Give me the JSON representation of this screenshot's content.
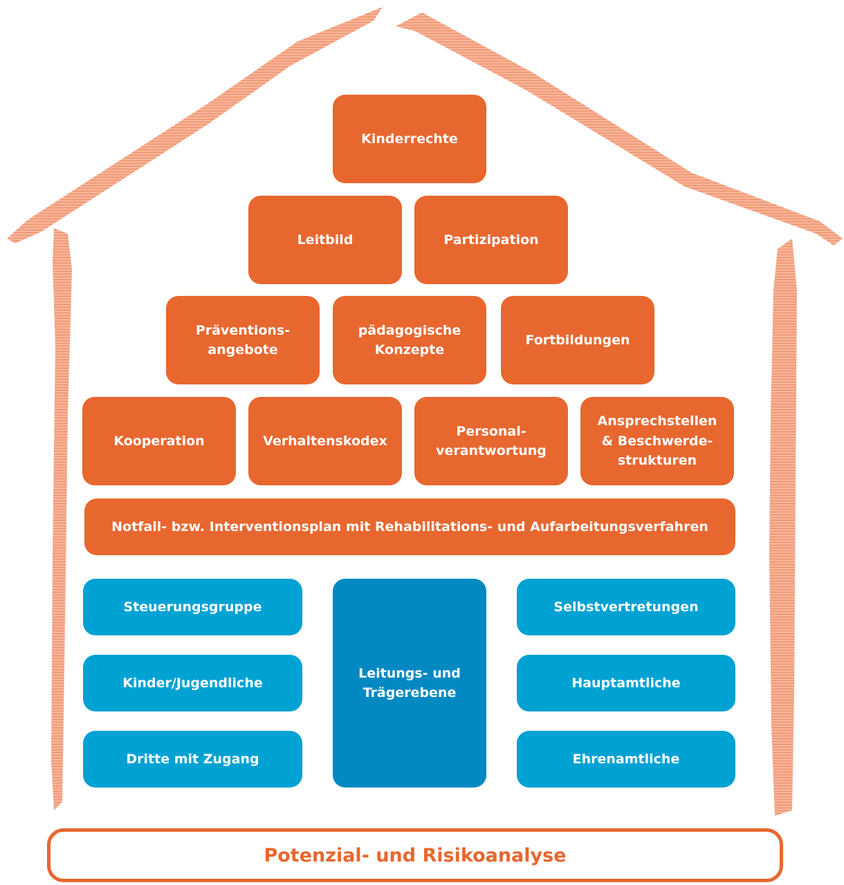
{
  "colors": {
    "orange": "#e8672f",
    "blue": "#00a2d3",
    "dark_blue": "#0289c2",
    "frame": "#f4a483"
  },
  "pyramid": {
    "row1": [
      "Kinderrechte"
    ],
    "row2": [
      "Leitbild",
      "Partizipation"
    ],
    "row3": [
      "Präventions-\nangebote",
      "pädagogische\nKonzepte",
      "Fortbildungen"
    ],
    "row4": [
      "Kooperation",
      "Verhaltenskodex",
      "Personal-\nverantwortung",
      "Ansprechstellen\n& Beschwerde-\nstrukturen"
    ],
    "row5": [
      "Notfall- bzw. Interventionsplan mit Rehabilitations- und Aufarbeitungsverfahren"
    ]
  },
  "groups": {
    "left": [
      "Steuerungsgruppe",
      "Kinder/Jugendliche",
      "Dritte mit Zugang"
    ],
    "center": "Leitungs- und\nTrägerebene",
    "right": [
      "Selbstvertretungen",
      "Hauptamtliche",
      "Ehrenamtliche"
    ]
  },
  "foundation": "Potenzial- und Risikoanalyse"
}
